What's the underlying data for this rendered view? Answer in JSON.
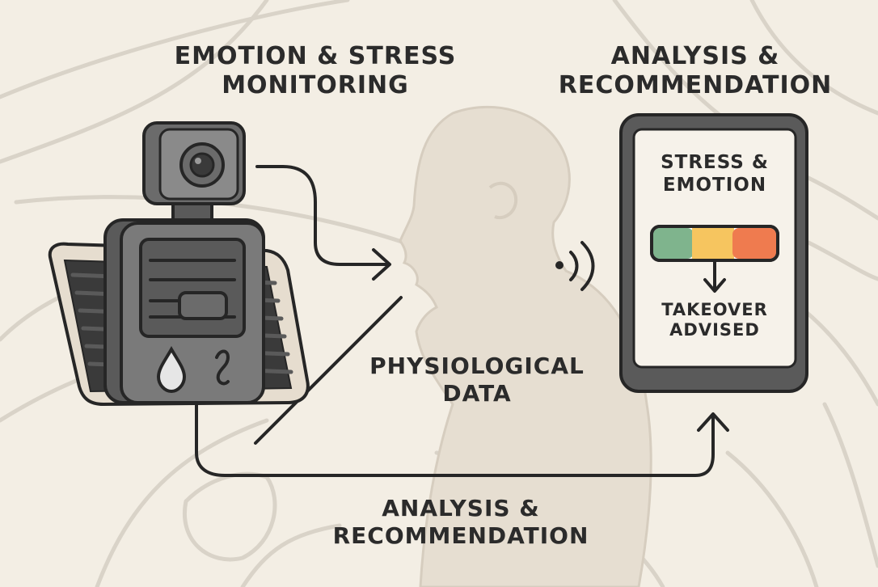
{
  "header": {
    "left_title": [
      "EMOTION & STRESS",
      "MONITORING"
    ],
    "right_title": [
      "ANALYSIS &",
      "RECOMMENDATION"
    ]
  },
  "middle": {
    "physiological_label": [
      "PHYSIOLOGICAL",
      "DATA"
    ]
  },
  "footer": {
    "bottom_label": [
      "ANALYSIS &",
      "RECOMMENDATION"
    ]
  },
  "phone": {
    "screen_title": [
      "STRESS &",
      "EMOTION"
    ],
    "action": [
      "TAKEOVER",
      "ADVISED"
    ],
    "stress_levels": [
      {
        "level": "low",
        "color": "#7fb48d"
      },
      {
        "level": "medium",
        "color": "#f6c55f"
      },
      {
        "level": "high",
        "color": "#ef7b4f"
      }
    ]
  },
  "icons": {
    "device": "sensor-device-icon",
    "camera": "camera-icon",
    "droplet": "sweat-droplet-icon",
    "ear": "ear-icon",
    "signal": "wireless-signal-icon",
    "person": "driver-silhouette-icon",
    "phone": "smartphone-icon"
  },
  "colors": {
    "background": "#f3eee4",
    "line_art": "#d9d3c8",
    "device_body": "#6b6b6b",
    "outline": "#2b2b2b",
    "silhouette": "#e6ded1"
  }
}
